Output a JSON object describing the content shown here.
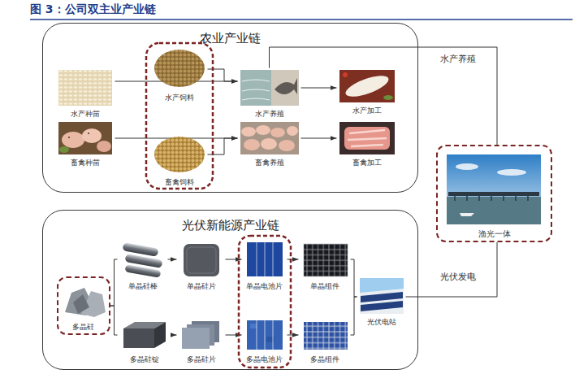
{
  "diagram": {
    "title": "图 3：公司双主业产业链",
    "nodes": [
      {
        "text": [
          "农业产业链"
        ]
      },
      {
        "text": [
          "水产种苗"
        ],
        "in": 0
      },
      {
        "text": [
          "畜禽种苗"
        ],
        "in": 0
      },
      {
        "text": [
          "水产饲料"
        ],
        "in": 0
      },
      {
        "text": [
          "畜禽饲料"
        ],
        "in": 0
      },
      {
        "text": [
          "水产养殖"
        ],
        "in": 0
      },
      {
        "text": [
          "畜禽养殖"
        ],
        "in": 0
      },
      {
        "text": [
          "水产加工"
        ],
        "in": 0
      },
      {
        "text": [
          "畜禽加工"
        ],
        "in": 0
      },
      {
        "text": [
          "光伏新能源产业链"
        ]
      },
      {
        "text": [
          "多晶硅"
        ],
        "in": 9
      },
      {
        "text": [
          "单晶硅棒"
        ],
        "in": 9
      },
      {
        "text": [
          "单晶硅片"
        ],
        "in": 9
      },
      {
        "text": [
          "单晶电池片"
        ],
        "in": 9
      },
      {
        "text": [
          "单晶组件"
        ],
        "in": 9
      },
      {
        "text": [
          "多晶硅锭"
        ],
        "in": 9
      },
      {
        "text": [
          "多晶硅片"
        ],
        "in": 9
      },
      {
        "text": [
          "多晶电池片"
        ],
        "in": 9
      },
      {
        "text": [
          "多晶组件"
        ],
        "in": 9
      },
      {
        "text": [
          "光伏电站"
        ],
        "in": 9
      },
      {
        "text": [
          "渔光一体"
        ]
      }
    ],
    "edges": [
      {
        "from": 1,
        "to": 5,
        "arrow": "to"
      },
      {
        "from": 3,
        "to": 5,
        "arrow": "to"
      },
      {
        "from": 5,
        "to": 7,
        "arrow": "to"
      },
      {
        "from": 2,
        "to": 6,
        "arrow": "to"
      },
      {
        "from": 4,
        "to": 6,
        "arrow": "to"
      },
      {
        "from": 6,
        "to": 8,
        "arrow": "to"
      },
      {
        "from": 5,
        "to": 20,
        "label": "水产养殖",
        "arrow": "none"
      },
      {
        "from": 10,
        "to": 11,
        "arrow": "none"
      },
      {
        "from": 10,
        "to": 15,
        "arrow": "none"
      },
      {
        "from": 11,
        "to": 12,
        "arrow": "to"
      },
      {
        "from": 12,
        "to": 13,
        "arrow": "to"
      },
      {
        "from": 13,
        "to": 14,
        "arrow": "to"
      },
      {
        "from": 15,
        "to": 16,
        "arrow": "to"
      },
      {
        "from": 16,
        "to": 17,
        "arrow": "to"
      },
      {
        "from": 17,
        "to": 18,
        "arrow": "to"
      },
      {
        "from": 14,
        "to": 19,
        "arrow": "none"
      },
      {
        "from": 18,
        "to": 19,
        "arrow": "none"
      },
      {
        "from": 19,
        "to": 20,
        "label": "光伏发电",
        "arrow": "none"
      }
    ]
  }
}
